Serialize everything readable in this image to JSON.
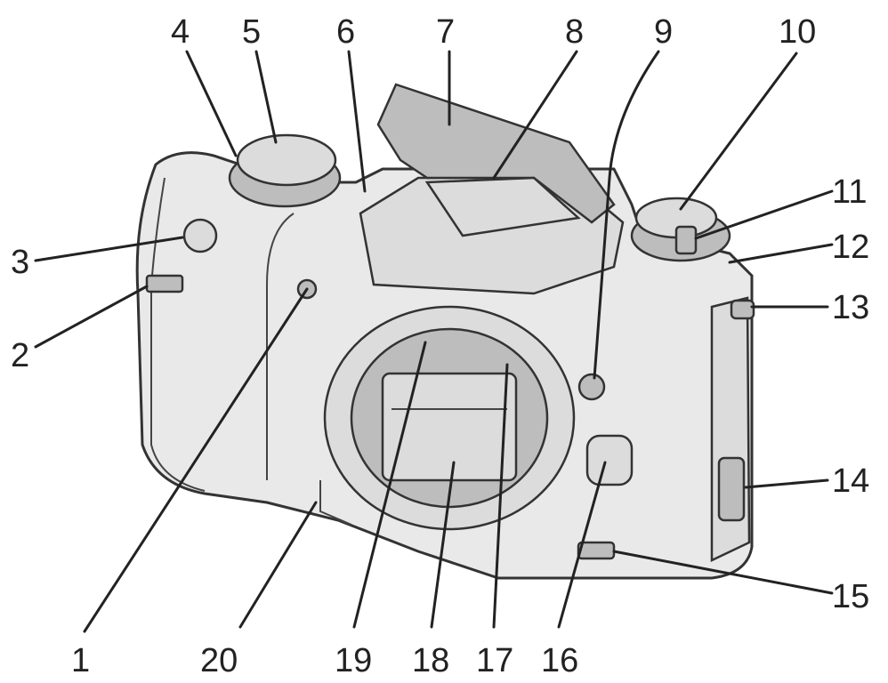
{
  "callouts": [
    "1",
    "2",
    "3",
    "4",
    "5",
    "6",
    "7",
    "8",
    "9",
    "10",
    "11",
    "12",
    "13",
    "14",
    "15",
    "16",
    "17",
    "18",
    "19",
    "20"
  ],
  "colors": {
    "ink": "#222222",
    "body": "#e9e9e9",
    "shade": "#bdbdbd"
  }
}
